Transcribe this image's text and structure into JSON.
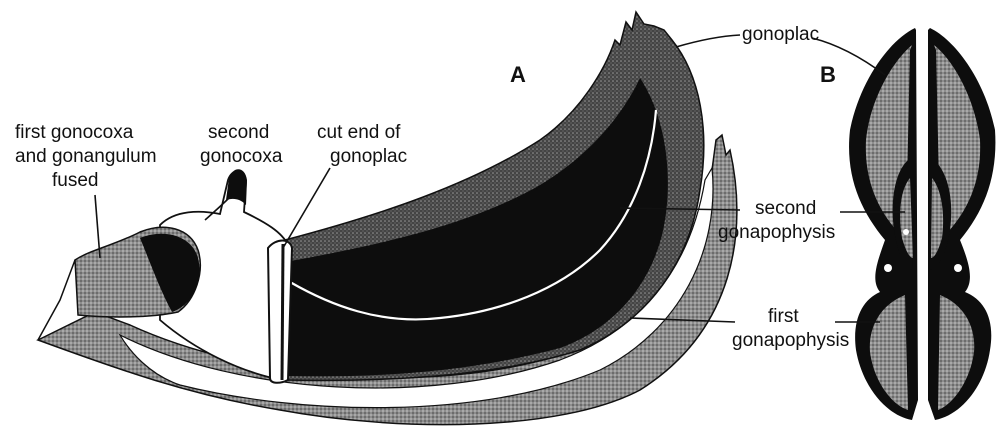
{
  "panels": {
    "a": "A",
    "b": "B"
  },
  "labels": {
    "gonocoxa_line1": "first gonocoxa",
    "gonocoxa_line2": "and gonangulum",
    "gonocoxa_line3": "fused",
    "second_gonocoxa_line1": "second",
    "second_gonocoxa_line2": "gonocoxa",
    "cut_end_line1": "cut end of",
    "cut_end_line2": "gonoplac",
    "gonoplac": "gonoplac",
    "second_gonapophysis_line1": "second",
    "second_gonapophysis_line2": "gonapophysis",
    "first_gonapophysis_line1": "first",
    "first_gonapophysis_line2": "gonapophysis"
  },
  "colors": {
    "stipple_dark": "#3a3a3a",
    "stipple_mid": "#8a8a8a",
    "solid_black": "#0d0d0d",
    "outline": "#111111",
    "background": "#ffffff"
  }
}
